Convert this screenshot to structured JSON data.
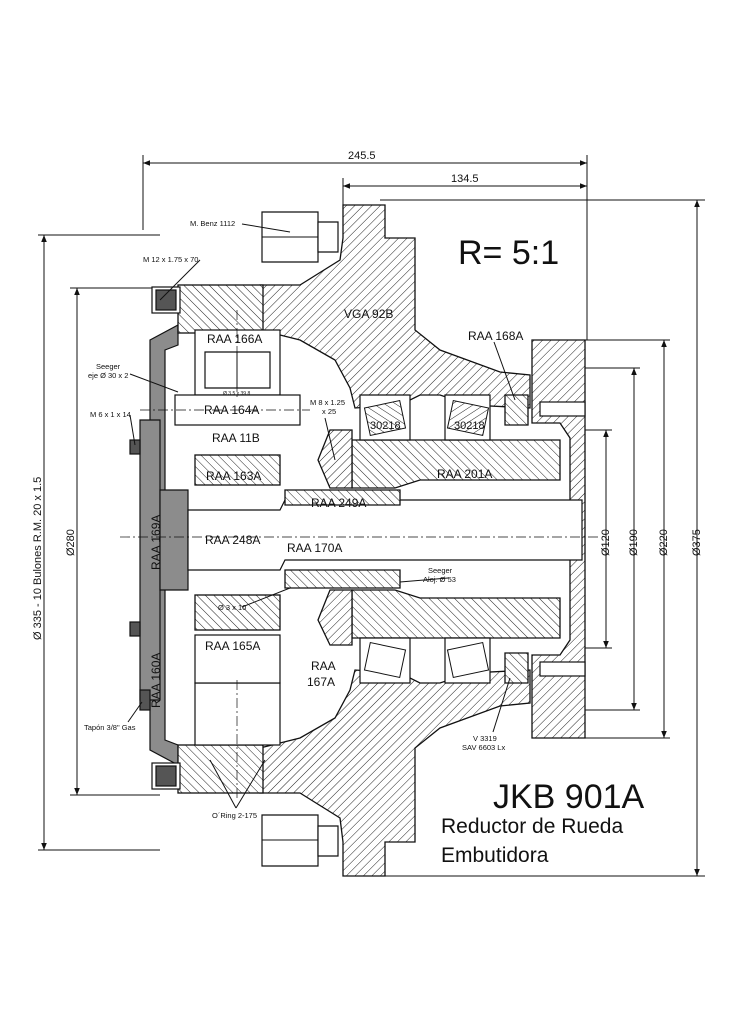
{
  "ratio": "R= 5:1",
  "model": "JKB 901A",
  "subtitle_line1": "Reductor de Rueda",
  "subtitle_line2": "Embutidora",
  "dimensions": {
    "total_length": "245.5",
    "flange_length": "134.5",
    "d120": "Ø120",
    "d190": "Ø190",
    "d220": "Ø220",
    "d375": "Ø375",
    "d280": "Ø280",
    "bolt_circle": "Ø 335 - 10  Bulones R.M. 20 x 1.5"
  },
  "parts": {
    "vga92b": "VGA 92B",
    "raa166a": "RAA 166A",
    "raa164a": "RAA 164A",
    "raa11b": "RAA 11B",
    "raa163a": "RAA 163A",
    "raa249a": "RAA 249A",
    "raa248a": "RAA 248A",
    "raa170a": "RAA 170A",
    "raa165a": "RAA 165A",
    "raa167a_1": "RAA",
    "raa167a_2": "167A",
    "raa168a": "RAA 168A",
    "raa201a": "RAA 201A",
    "raa169a": "RAA 169A",
    "raa160a": "RAA 160A",
    "bearing_top_1": "30218",
    "bearing_top_2": "30218"
  },
  "notes": {
    "mbenz": "M. Benz 1112",
    "m12": "M 12 x 1.75 x 70",
    "seeger_eje_1": "Seeger",
    "seeger_eje_2": "eje Ø 30 x 2",
    "m6": "M 6 x 1 x 14",
    "m8_1": "M 8 x 1.25",
    "m8_2": "x 25",
    "pin_small": "Ø 3.5 x 39.8",
    "seeger_aloj_1": "Seeger",
    "seeger_aloj_2": "Aloj. Ø 53",
    "pin3": "Ø 3 x 10",
    "v3319": "V 3319",
    "sav": "SAV 6603 Lx",
    "tapon": "Tapón 3/8\" Gas",
    "oring": "O´Ring 2-175"
  }
}
